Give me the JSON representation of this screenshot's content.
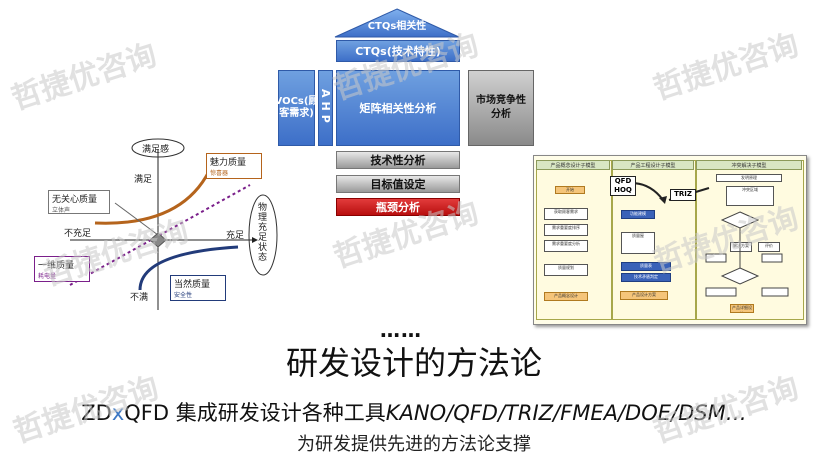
{
  "watermark": "哲捷优咨询",
  "hoq": {
    "roof": "CTQs相关性",
    "ctqs": "CTQs(技术特性)",
    "vocs": "VOCs(顾客需求)",
    "ahp": "AHP",
    "matrix": "矩阵相关性分析",
    "market": "市场竞争性分析",
    "tech": "技术性分析",
    "target": "目标值设定",
    "bottleneck": "瓶颈分析"
  },
  "kano": {
    "top": "满足感",
    "satisfied": "满足",
    "insufficient": "不充足",
    "sufficient": "充足",
    "dissatisfied": "不满",
    "physical": "物理充足状态",
    "charm": "魅力质量",
    "charm_sub": "惊喜器",
    "indifferent": "无关心质量",
    "indifferent_sub": "立体声",
    "one_dim": "一维质量",
    "one_dim_sub": "耗电量",
    "must_be": "当然质量",
    "must_be_sub": "安全性"
  },
  "flow": {
    "head1": "产品概念设计子模型",
    "head2": "产品工程设计子模型",
    "head3": "冲突解决子模型",
    "qfd": "QFD HOQ",
    "triz": "TRIZ",
    "boxes": [
      "开始",
      "获取顾客需求",
      "需求重要度排序",
      "需求重要度分析",
      "质量规划",
      "产品概念设计",
      "功能建模",
      "质量屋",
      "质量表",
      "技术矛盾判定",
      "产品设计方案",
      "发明原理",
      "冲突区域",
      "解决方案",
      "评价",
      "产品详细设计"
    ]
  },
  "ellipsis": "……",
  "title": "研发设计的方法论",
  "tools": {
    "zd": "ZD",
    "x": "x",
    "qfd_cn": "QFD 集成研发设计各种工具",
    "list": "KANO/QFD/TRIZ/FMEA/DOE/DSM…"
  },
  "subtitle": "为研发提供先进的方法论支撑"
}
